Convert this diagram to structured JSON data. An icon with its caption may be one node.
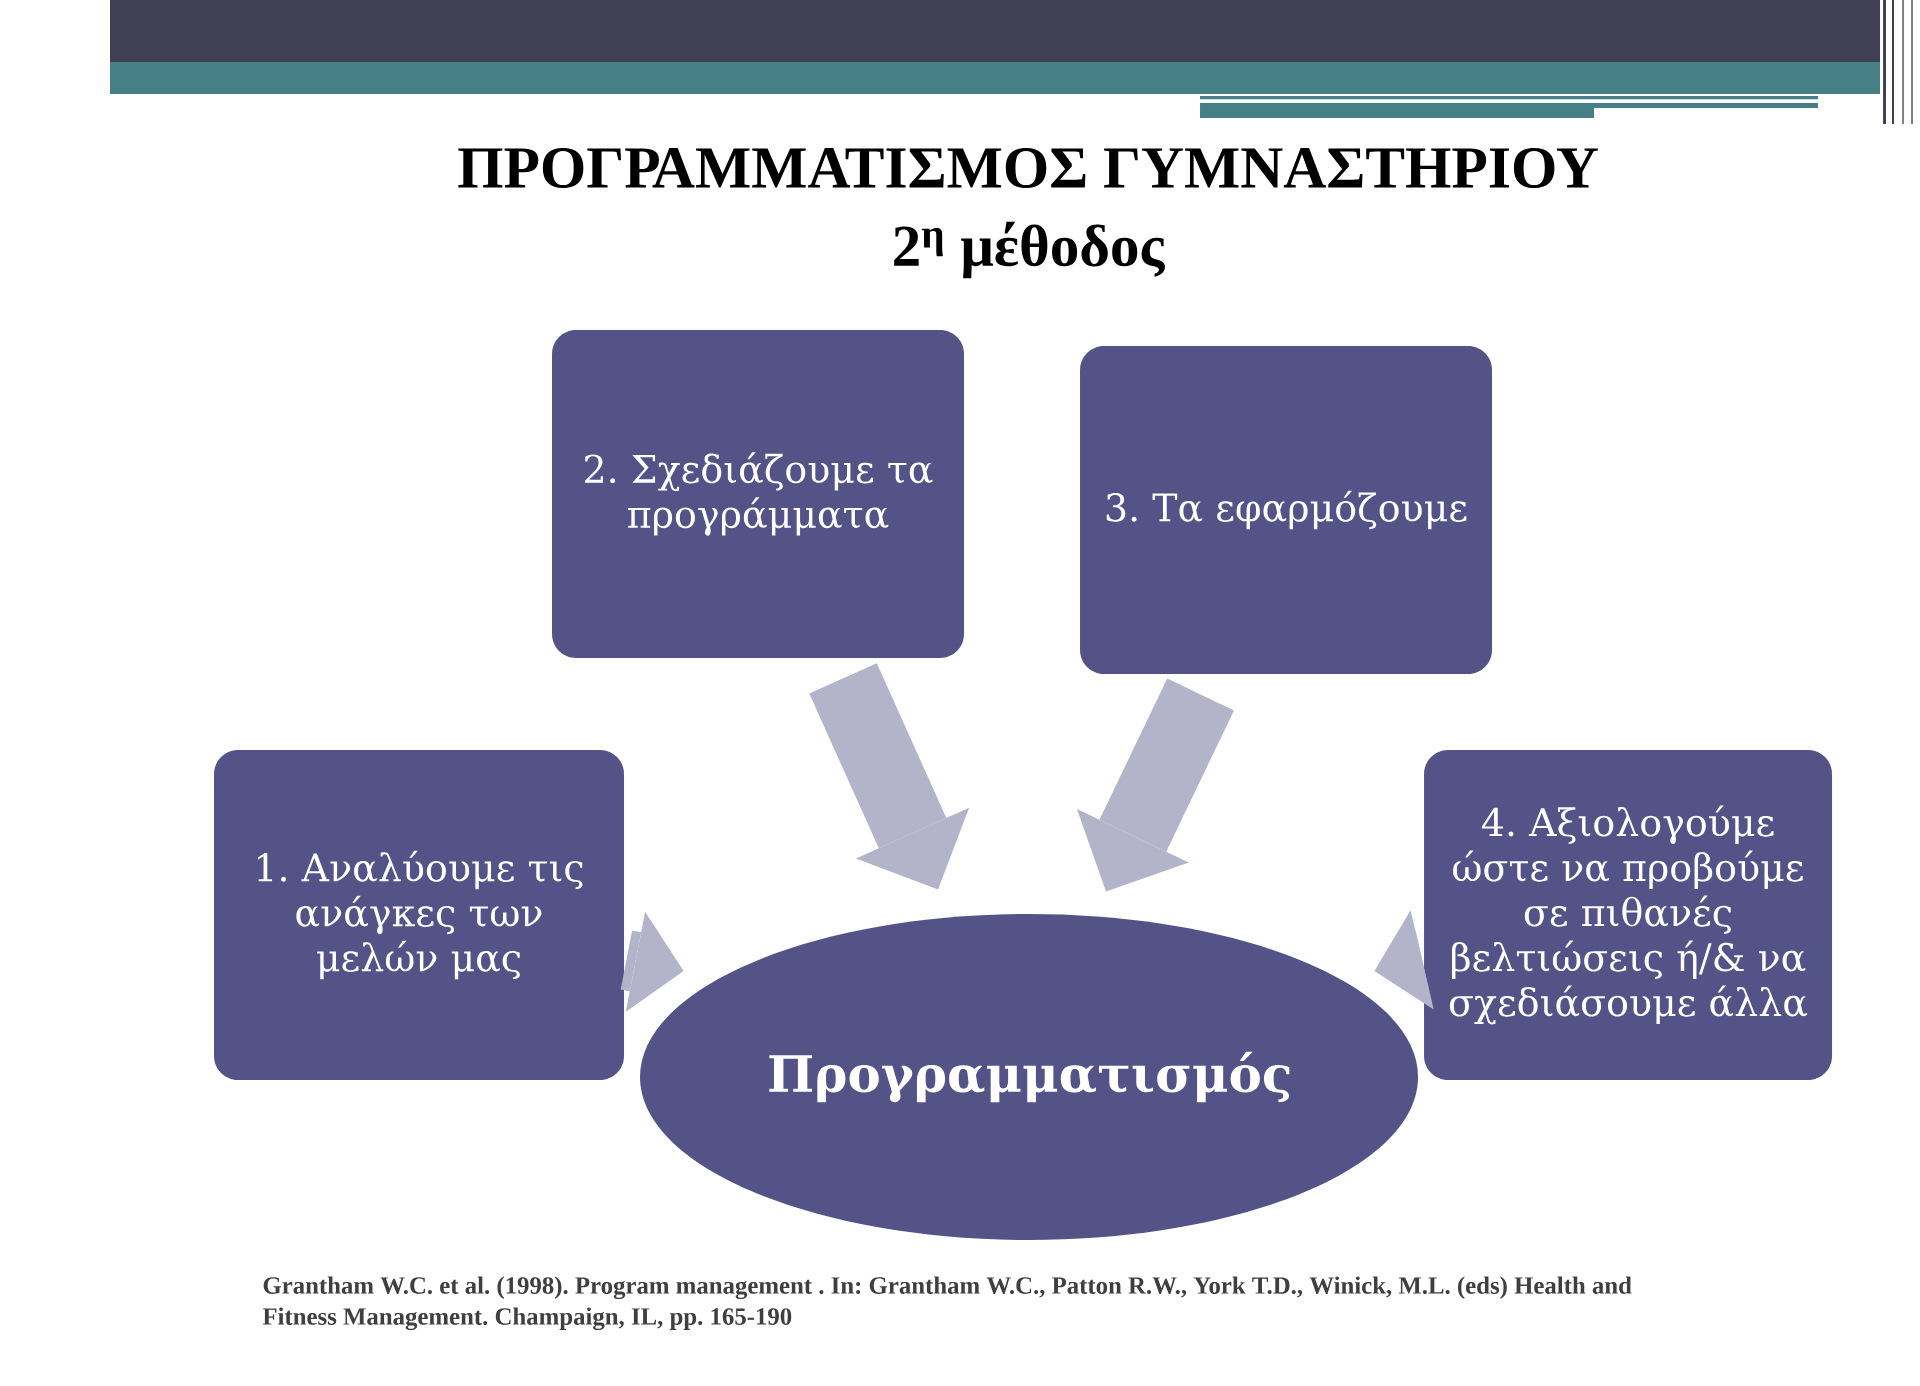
{
  "diagram": {
    "title": "ΠΡΟΓΡΑΜΜΑΤΙΣΜΟΣ ΓΥΜΝΑΣΤΗΡΙΟΥ",
    "nodes": [
      {
        "text": [
          "1. Αναλύουμε τις ανάγκες των μελών μας"
        ]
      },
      {
        "text": [
          "2. Σχεδιάζουμε τα προγράμματα"
        ]
      },
      {
        "text": [
          "3. Τα εφαρμόζουμε"
        ]
      },
      {
        "text": [
          "4. Αξιολογούμε ώστε να προβούμε σε πιθανές βελτιώσεις ή/& να σχεδιάσουμε άλλα"
        ]
      },
      {
        "text": [
          "Προγραμματισμός"
        ]
      }
    ],
    "edges": [
      {
        "from": 0,
        "to": 4,
        "arrow": "to"
      },
      {
        "from": 1,
        "to": 4,
        "arrow": "to"
      },
      {
        "from": 2,
        "to": 4,
        "arrow": "to"
      },
      {
        "from": 3,
        "to": 4,
        "arrow": "to"
      }
    ],
    "labels": [
      "2$^{η}$ μέθοδος",
      "Grantham W.C. et al. (1998). Program management . In: Grantham W.C., Patton R.W., York T.D., Winick, M.L. (eds) Health and Fitness Management. Champaign, IL, pp. 165-190"
    ]
  }
}
